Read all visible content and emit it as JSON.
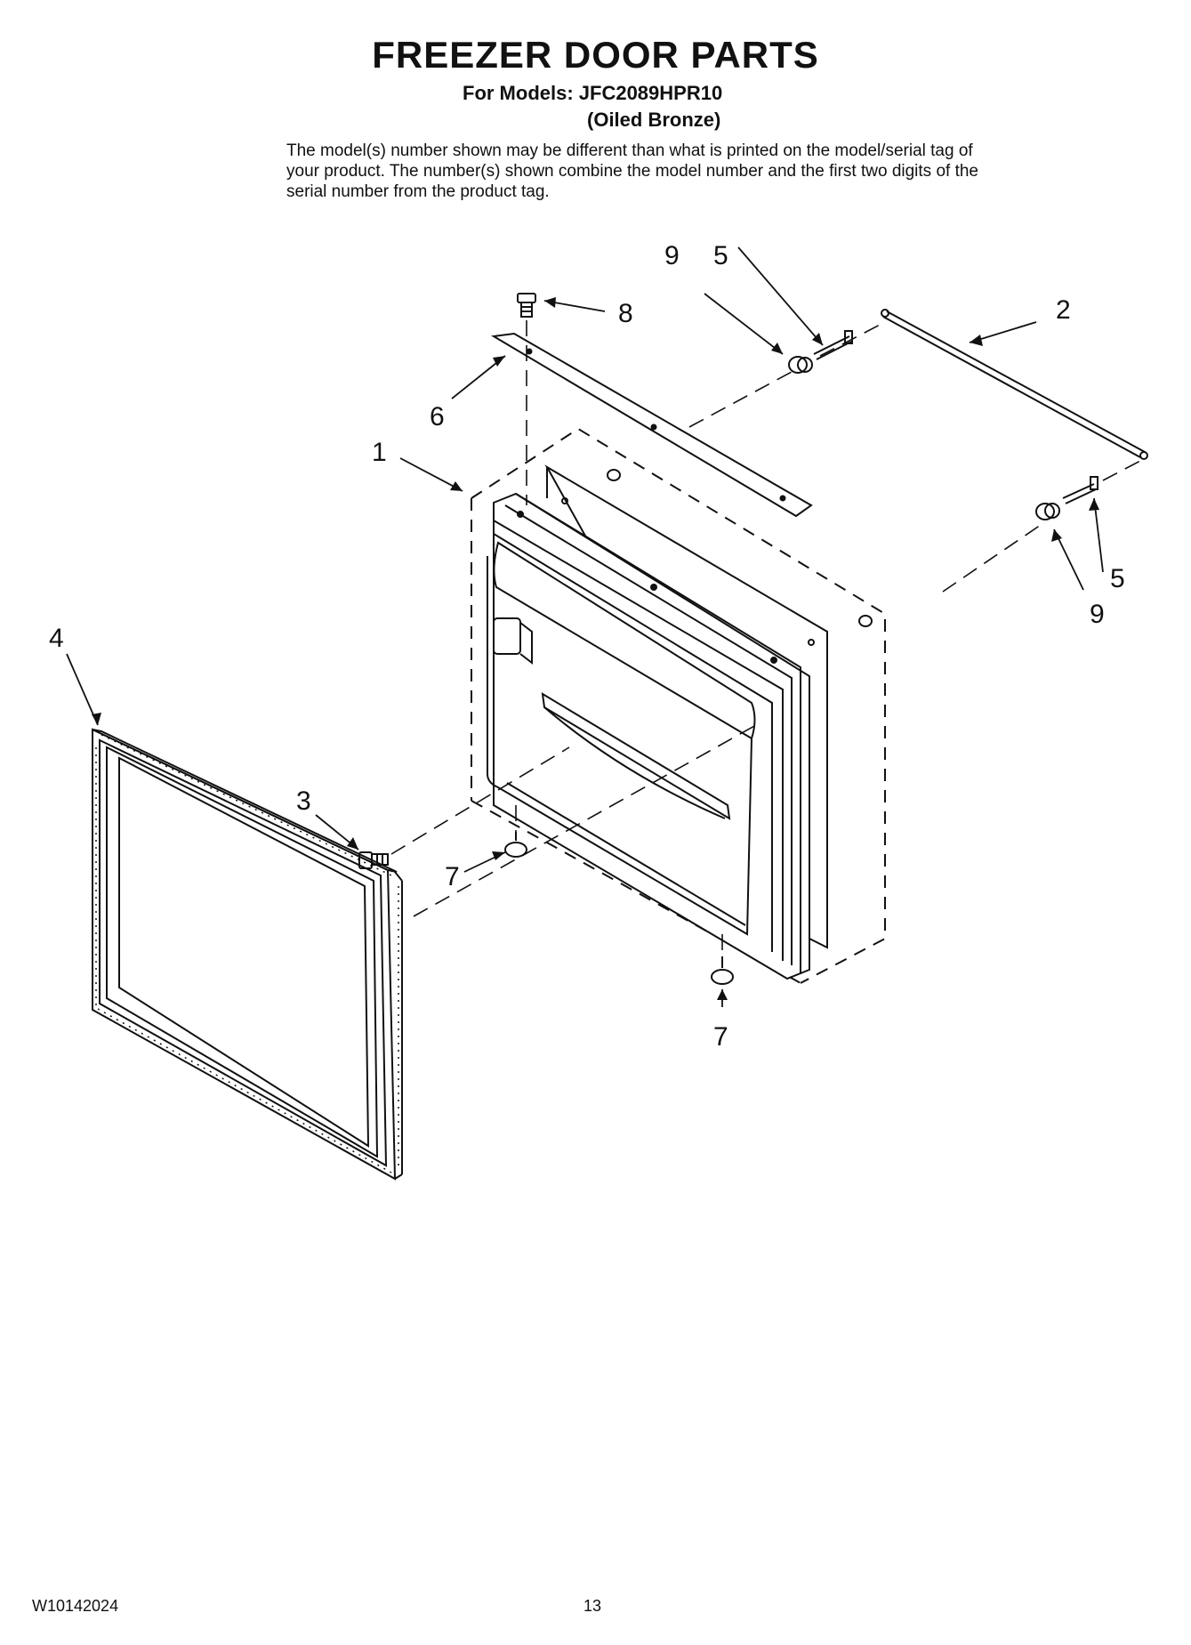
{
  "header": {
    "title": "FREEZER DOOR PARTS",
    "models_line": "For Models: JFC2089HPR10",
    "finish_line": "(Oiled Bronze)",
    "note": "The model(s) number shown may be different than what is printed on the model/serial tag of your product. The number(s) shown combine the model number and the first two digits of the serial number from the product tag."
  },
  "callouts": {
    "door_assembly": "1",
    "door_rod_top": "2",
    "screw_front": "3",
    "door_gasket": "4",
    "screw_right_top": "5",
    "screw_right_lower": "5",
    "trim_strip": "6",
    "foot_left": "7",
    "foot_right": "7",
    "screw_top": "8",
    "spacer_right_top": "9",
    "spacer_right_lower": "9"
  },
  "footer": {
    "doc_number": "W10142024",
    "page_number": "13"
  }
}
